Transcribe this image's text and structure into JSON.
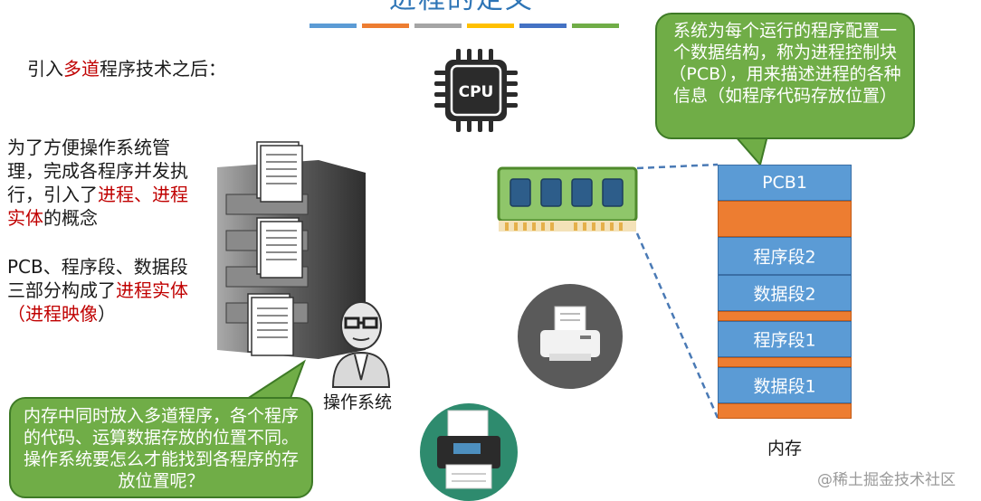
{
  "slide": {
    "title": "进程的定义",
    "title_bar_colors": [
      "#5b9bd5",
      "#ed7d31",
      "#a5a5a5",
      "#ffc000",
      "#4472c4",
      "#70ad47"
    ]
  },
  "intro": {
    "prefix": "引入",
    "highlight": "多道",
    "suffix": "程序技术之后："
  },
  "paragraph1": {
    "text": "为了方便操作系统管理，完成各程序并发执行，引入了",
    "highlight1": "进程、进程实体",
    "suffix": "的概念"
  },
  "paragraph2": {
    "text": "PCB、程序段、数据段三部分构成了",
    "highlight": "进程实体（进程映像",
    "suffix": "）"
  },
  "bubble_top": {
    "text": "系统为每个运行的程序配置一个数据结构，称为进程控制块（PCB），用来描述进程的各种信息（如程序代码存放位置）"
  },
  "bubble_bottom": {
    "text": "内存中同时放入多道程序，各个程序的代码、运算数据存放的位置不同。操作系统要怎么才能找到各程序的存放位置呢？"
  },
  "cpu": {
    "label": "CPU"
  },
  "memory": {
    "caption": "内存",
    "segments": [
      {
        "label": "PCB1",
        "color": "#5b9bd5"
      },
      {
        "label": "",
        "color": "#ed7d31"
      },
      {
        "label": "程序段2",
        "color": "#5b9bd5"
      },
      {
        "label": "数据段2",
        "color": "#5b9bd5"
      },
      {
        "label": "",
        "color": "#ed7d31"
      },
      {
        "label": "程序段1",
        "color": "#5b9bd5"
      },
      {
        "label": "",
        "color": "#ed7d31"
      },
      {
        "label": "数据段1",
        "color": "#5b9bd5"
      },
      {
        "label": "",
        "color": "#ed7d31"
      }
    ]
  },
  "os_caption": "操作系统",
  "watermark": "@稀土掘金技术社区",
  "icons": {
    "cpu": "cpu-chip-icon",
    "ram": "ram-module-icon",
    "printer": "printer-icon",
    "server": "server-icon",
    "person": "operating-system-person-icon"
  }
}
